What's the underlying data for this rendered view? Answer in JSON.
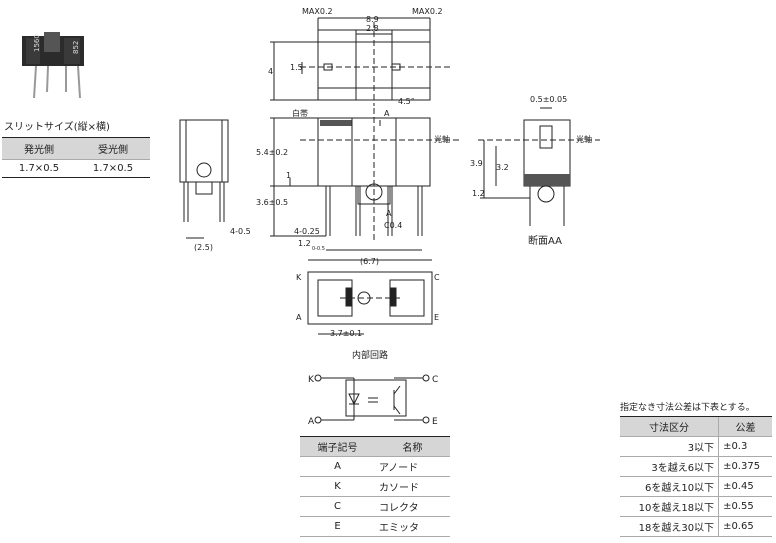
{
  "slit_size": {
    "title": "スリットサイズ(縦×横)",
    "headers": [
      "発光側",
      "受光側"
    ],
    "values": [
      "1.7×0.5",
      "1.7×0.5"
    ]
  },
  "product_photo": {
    "marks": [
      "1560",
      "852"
    ]
  },
  "dims": {
    "max_left": "MAX0.2",
    "max_right": "MAX0.2",
    "d_8_9": "8.9",
    "d_2_8": "2.8",
    "d_4": "4",
    "d_1_5": "1.5",
    "d_4_5deg": "4.5°",
    "white_band": "白帯",
    "a_top": "A",
    "optical_axis": "光軸",
    "d_5_4": "5.4±0.2",
    "d_1": "1",
    "d_3_6": "3.6±0.5",
    "d_4_0_25": "4-0.25",
    "d_1_2": "1.2",
    "d_1_2_sub": "0-0.5",
    "a_bottom": "A",
    "d_c0_4": "C0.4",
    "d_4_0_5": "4-0.5",
    "d_2_5": "(2.5)",
    "d_0_5": "0.5±0.05",
    "optical_axis_right": "光軸",
    "d_3_9": "3.9",
    "d_3_2": "3.2",
    "d_1_2_right": "1.2",
    "section_aa": "断面AA",
    "d_6_7": "(6.7)",
    "pin_k": "K",
    "pin_c": "C",
    "pin_a": "A",
    "pin_e": "E",
    "d_3_7": "3.7±0.1"
  },
  "circuit": {
    "title": "内部回路",
    "k": "K",
    "c": "C",
    "a": "A",
    "e": "E"
  },
  "terminals": {
    "headers": [
      "端子記号",
      "名称"
    ],
    "rows": [
      [
        "A",
        "アノード"
      ],
      [
        "K",
        "カソード"
      ],
      [
        "C",
        "コレクタ"
      ],
      [
        "E",
        "エミッタ"
      ]
    ]
  },
  "tolerance": {
    "note": "指定なき寸法公差は下表とする。",
    "headers": [
      "寸法区分",
      "公差"
    ],
    "rows": [
      [
        "3以下",
        "±0.3"
      ],
      [
        "3を越え6以下",
        "±0.375"
      ],
      [
        "6を越え10以下",
        "±0.45"
      ],
      [
        "10を越え18以下",
        "±0.55"
      ],
      [
        "18を越え30以下",
        "±0.65"
      ]
    ]
  }
}
